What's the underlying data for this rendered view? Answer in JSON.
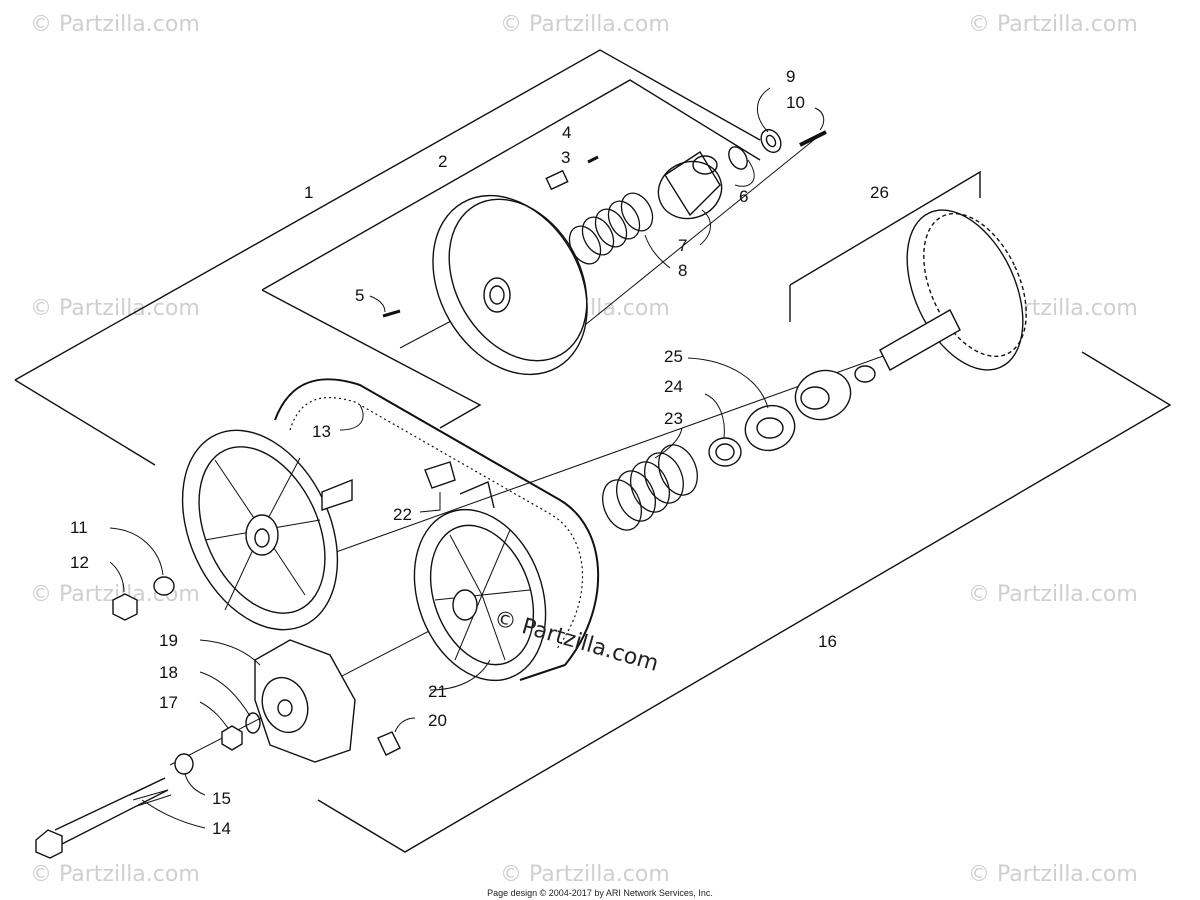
{
  "watermark": "© Partzilla.com",
  "callouts": [
    "1",
    "2",
    "3",
    "4",
    "5",
    "6",
    "7",
    "8",
    "9",
    "10",
    "11",
    "12",
    "13",
    "14",
    "15",
    "16",
    "17",
    "18",
    "19",
    "20",
    "21",
    "22",
    "23",
    "24",
    "25",
    "26"
  ],
  "footer": "Page design © 2004-2017 by ARI Network Services, Inc."
}
